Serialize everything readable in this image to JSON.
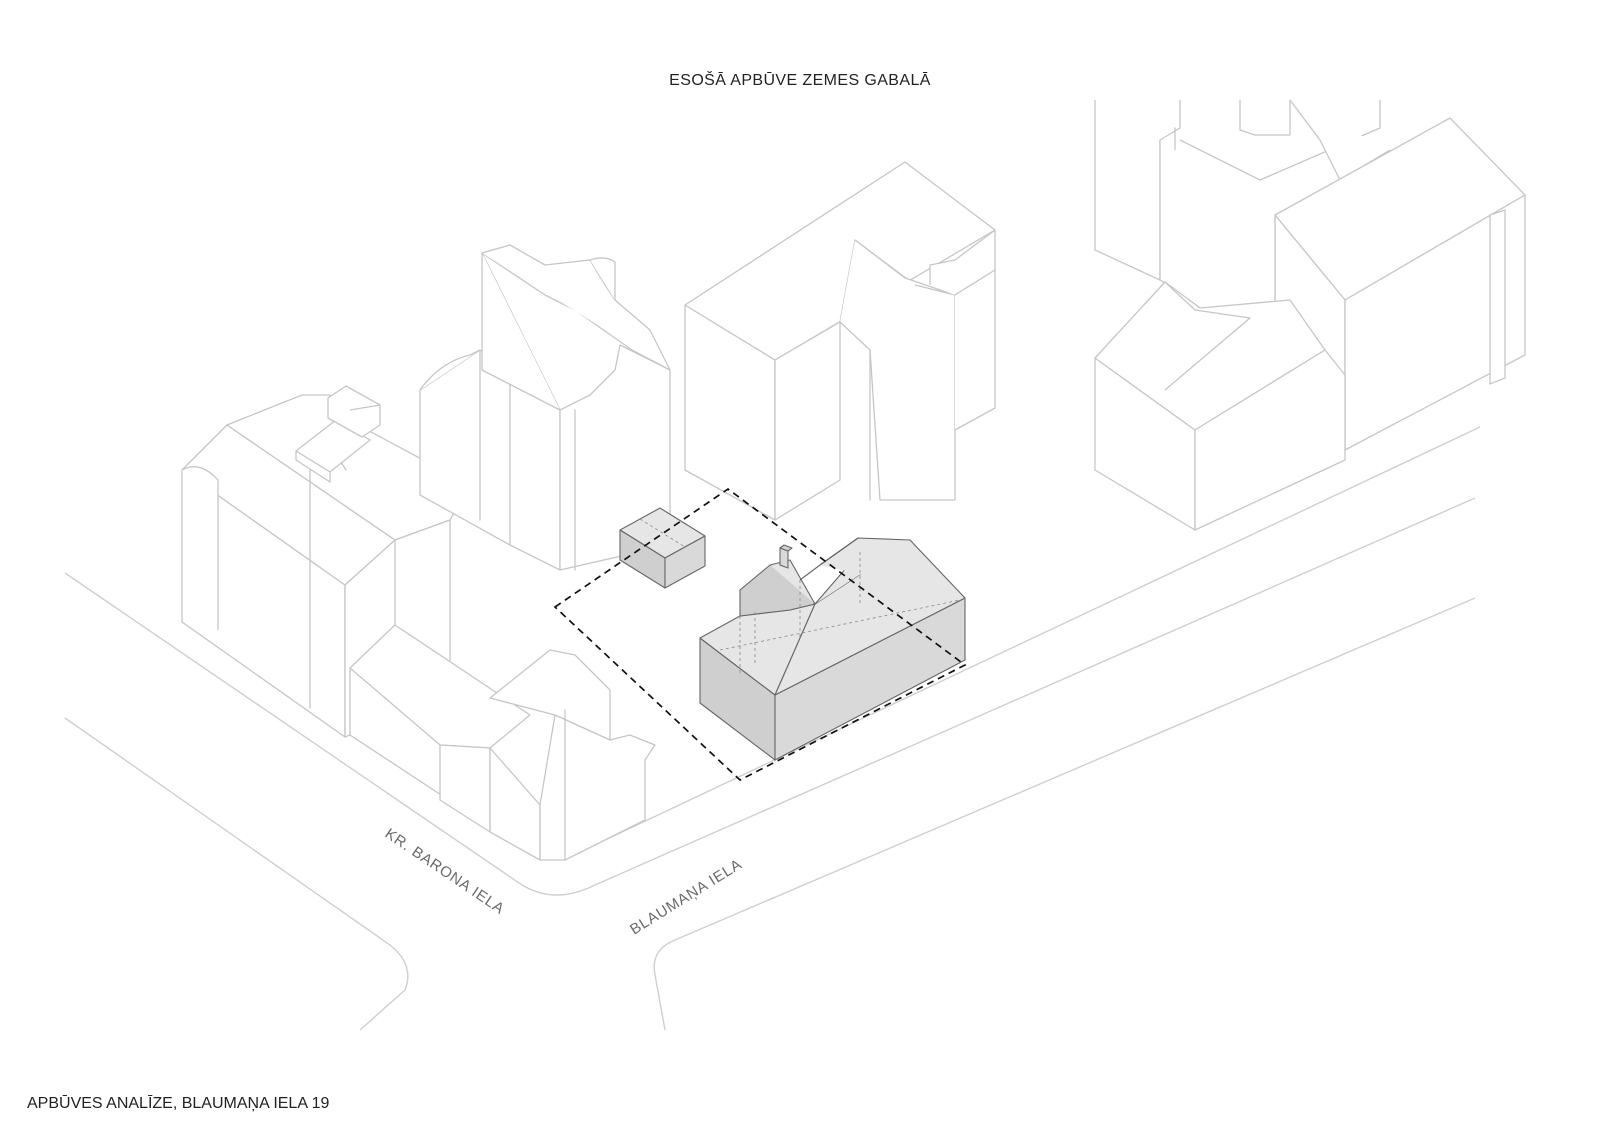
{
  "diagram": {
    "title": "ESOŠĀ APBŪVE ZEMES GABALĀ",
    "caption": "APBŪVES ANALĪZE, BLAUMAŅA IELA 19",
    "streets": {
      "barona": "KR. BARONA IELA",
      "blaumana": "BLAUMAŅA IELA"
    },
    "colors": {
      "context_line": "#c6c6c6",
      "existing_fill": "#d9d9d9",
      "existing_line": "#666666",
      "plot_boundary": "#111111"
    }
  }
}
